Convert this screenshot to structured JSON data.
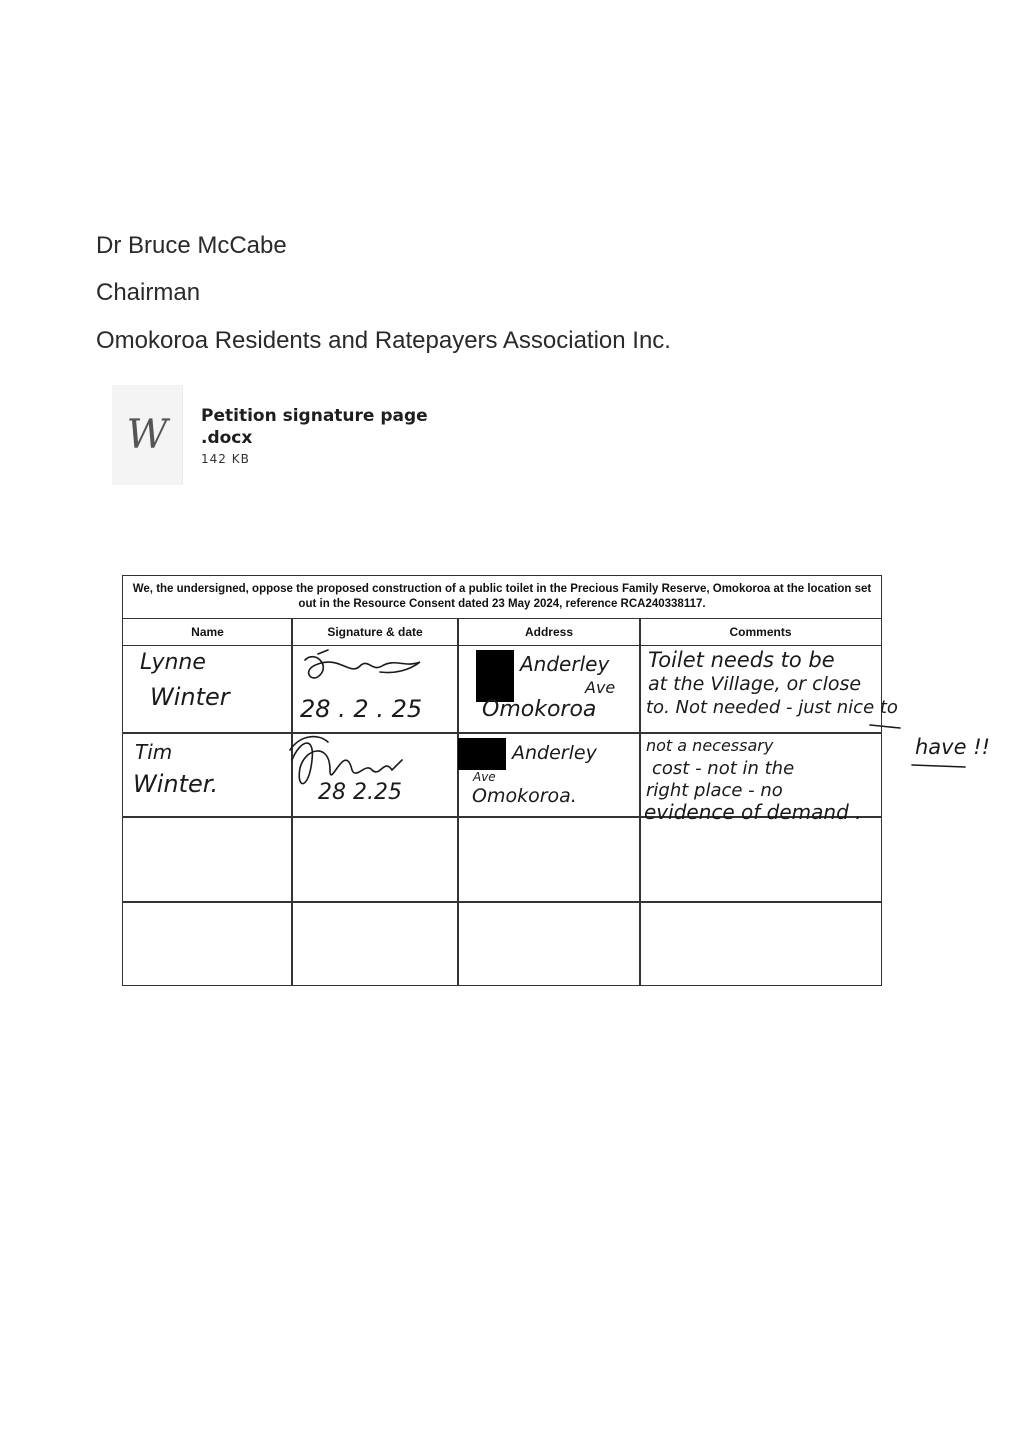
{
  "letterhead": {
    "name": "Dr Bruce McCabe",
    "role": "Chairman",
    "organisation": "Omokoroa Residents and Ratepayers Association Inc."
  },
  "attachment": {
    "icon": "W",
    "filename": "Petition signature page .docx",
    "size": "142 KB"
  },
  "petition": {
    "statement": "We, the undersigned, oppose the proposed construction of a public toilet in the Precious Family Reserve, Omokoroa at the location set out in the Resource Consent dated 23 May 2024, reference RCA240338117.",
    "columns": [
      "Name",
      "Signature & date",
      "Address",
      "Comments"
    ],
    "rows": [
      {
        "name": [
          "Lynne",
          "Winter"
        ],
        "signature_date": "28 . 2 . 25",
        "address": [
          "Anderley",
          "Ave",
          "Omokoroa"
        ],
        "comments": [
          "Toilet needs to be",
          "at the Village, or close",
          "to. Not needed - just nice to",
          "have !!"
        ]
      },
      {
        "name": [
          "Tim",
          "Winter."
        ],
        "signature_date": "28 2.25",
        "address": [
          "Anderley",
          "Ave",
          "Omokoroa."
        ],
        "comments": [
          "not a necessary",
          "cost - not in the",
          "right place - no",
          "evidence of demand ."
        ]
      }
    ]
  }
}
